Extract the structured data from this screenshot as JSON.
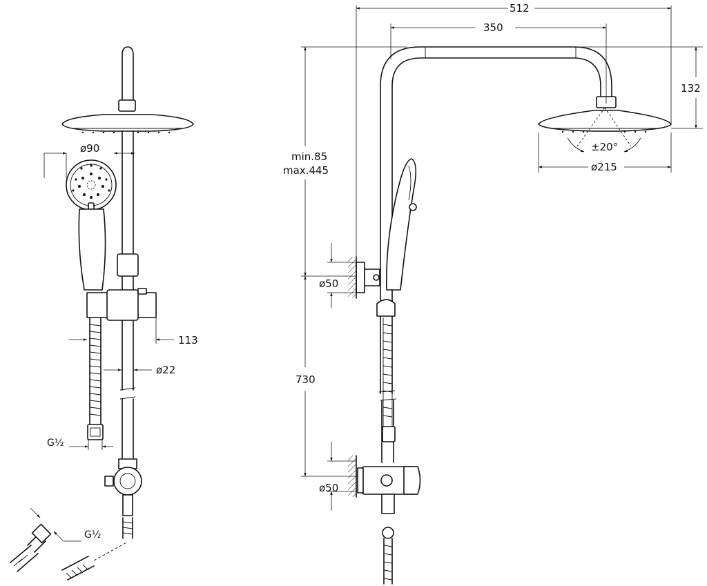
{
  "dimensions": {
    "width_overall": "512",
    "arm_length": "350",
    "head_height": "132",
    "tilt": "±20°",
    "head_diameter": "ø215",
    "rail_height_min": "min.85",
    "rail_height_max": "max.445",
    "wall_distance": "730",
    "bracket_diameter_upper": "ø50",
    "bracket_diameter_lower": "ø50",
    "handshower_diameter": "ø90",
    "slider_depth": "113",
    "rail_diameter": "ø22",
    "thread_1": "G½",
    "thread_2": "G½"
  },
  "colors": {
    "line": "#111111",
    "background": "#ffffff"
  }
}
